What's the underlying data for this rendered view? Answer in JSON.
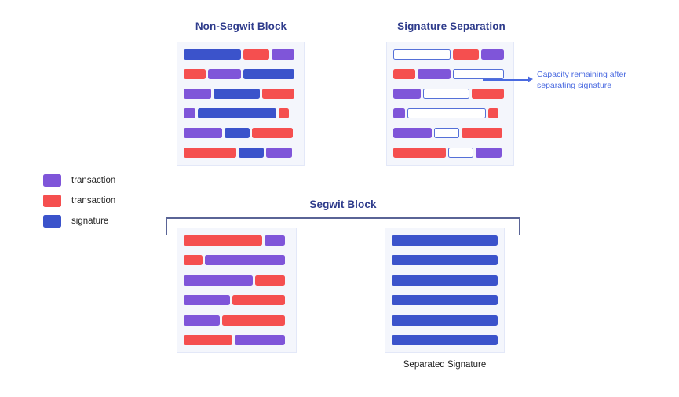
{
  "diagram": {
    "title_nonsegwit": "Non-Segwit Block",
    "title_sigsep": "Signature Separation",
    "title_segwit": "Segwit Block",
    "caption_separated": "Separated Signature",
    "annotation": "Capacity remaining after separating signature"
  },
  "colors": {
    "purple": "#7f55d9",
    "red": "#f54f4f",
    "blue": "#3b53cb",
    "empty_outline": "#5570d8",
    "block_bg": "#f4f6fc",
    "block_border": "#e3e8f8",
    "title": "#2f3c8c",
    "annotation": "#4a6ae0",
    "bracket": "#5a6496"
  },
  "legend": {
    "items": [
      {
        "color_name": "purple",
        "label": "transaction"
      },
      {
        "color_name": "red",
        "label": "transaction"
      },
      {
        "color_name": "blue",
        "label": "signature"
      }
    ]
  },
  "chart_data": {
    "type": "diagram",
    "title": "Segwit block space comparison",
    "blocks": [
      {
        "name": "non-segwit-block",
        "label": "Non-Segwit Block",
        "rows": [
          [
            {
              "type": "blue",
              "width": 50
            },
            {
              "type": "red",
              "width": 23
            },
            {
              "type": "purple",
              "width": 20
            }
          ],
          [
            {
              "type": "red",
              "width": 19
            },
            {
              "type": "purple",
              "width": 29
            },
            {
              "type": "blue",
              "width": 45
            }
          ],
          [
            {
              "type": "purple",
              "width": 24
            },
            {
              "type": "blue",
              "width": 41
            },
            {
              "type": "red",
              "width": 28
            }
          ],
          [
            {
              "type": "purple",
              "width": 10
            },
            {
              "type": "blue",
              "width": 69
            },
            {
              "type": "red",
              "width": 9
            }
          ],
          [
            {
              "type": "purple",
              "width": 34
            },
            {
              "type": "blue",
              "width": 22
            },
            {
              "type": "red",
              "width": 36
            }
          ],
          [
            {
              "type": "red",
              "width": 46
            },
            {
              "type": "blue",
              "width": 22
            },
            {
              "type": "purple",
              "width": 23
            }
          ]
        ]
      },
      {
        "name": "signature-separation-block",
        "label": "Signature Separation",
        "rows": [
          [
            {
              "type": "empty",
              "width": 50
            },
            {
              "type": "red",
              "width": 23
            },
            {
              "type": "purple",
              "width": 20
            }
          ],
          [
            {
              "type": "red",
              "width": 19
            },
            {
              "type": "purple",
              "width": 29
            },
            {
              "type": "empty",
              "width": 45
            }
          ],
          [
            {
              "type": "purple",
              "width": 24
            },
            {
              "type": "empty",
              "width": 41
            },
            {
              "type": "red",
              "width": 28
            }
          ],
          [
            {
              "type": "purple",
              "width": 10
            },
            {
              "type": "empty",
              "width": 69
            },
            {
              "type": "red",
              "width": 9
            }
          ],
          [
            {
              "type": "purple",
              "width": 34
            },
            {
              "type": "empty",
              "width": 22
            },
            {
              "type": "red",
              "width": 36
            }
          ],
          [
            {
              "type": "red",
              "width": 46
            },
            {
              "type": "empty",
              "width": 22
            },
            {
              "type": "purple",
              "width": 23
            }
          ]
        ]
      },
      {
        "name": "segwit-transactions-block",
        "label": "Segwit Block",
        "rows": [
          [
            {
              "type": "red",
              "width": 74
            },
            {
              "type": "purple",
              "width": 19
            }
          ],
          [
            {
              "type": "red",
              "width": 18
            },
            {
              "type": "purple",
              "width": 75
            }
          ],
          [
            {
              "type": "purple",
              "width": 65
            },
            {
              "type": "red",
              "width": 28
            }
          ],
          [
            {
              "type": "purple",
              "width": 44
            },
            {
              "type": "red",
              "width": 49
            }
          ],
          [
            {
              "type": "purple",
              "width": 34
            },
            {
              "type": "red",
              "width": 59
            }
          ],
          [
            {
              "type": "red",
              "width": 46
            },
            {
              "type": "purple",
              "width": 47
            }
          ]
        ]
      },
      {
        "name": "separated-signature-block",
        "label": "Separated Signature",
        "rows": [
          [
            {
              "type": "blue",
              "width": 100
            }
          ],
          [
            {
              "type": "blue",
              "width": 100
            }
          ],
          [
            {
              "type": "blue",
              "width": 100
            }
          ],
          [
            {
              "type": "blue",
              "width": 100
            }
          ],
          [
            {
              "type": "blue",
              "width": 100
            }
          ],
          [
            {
              "type": "blue",
              "width": 100
            }
          ]
        ]
      }
    ]
  }
}
